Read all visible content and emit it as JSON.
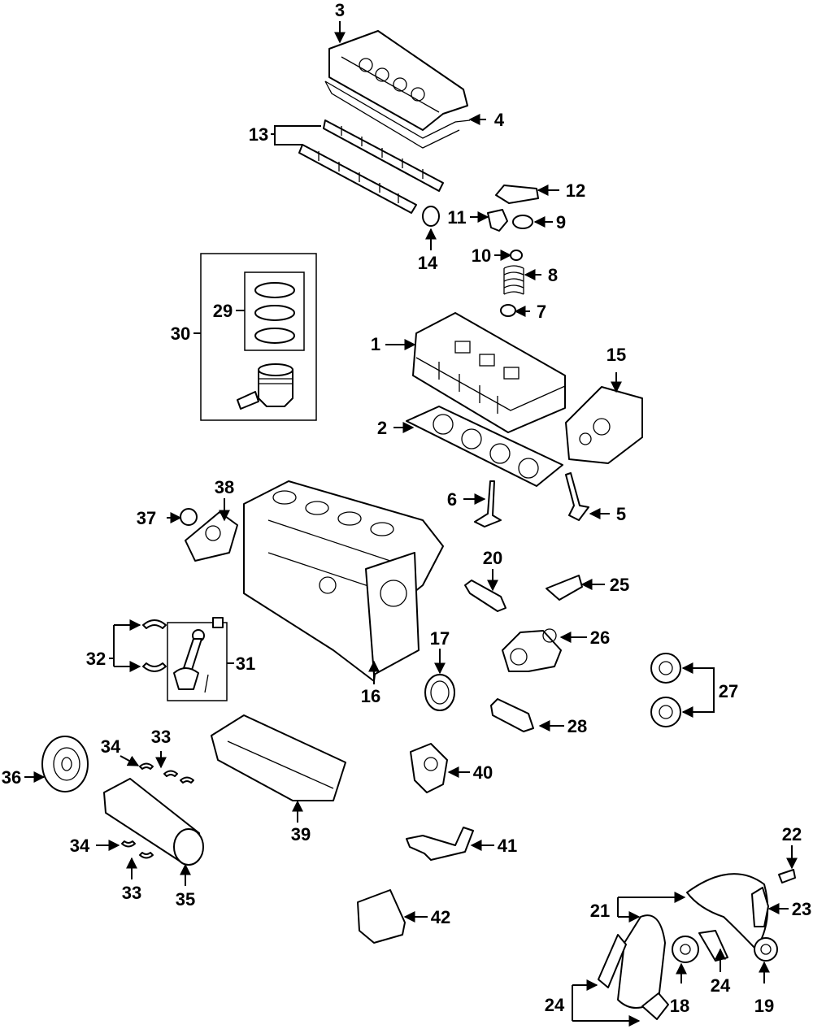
{
  "callouts": [
    "1",
    "2",
    "3",
    "4",
    "5",
    "6",
    "7",
    "8",
    "9",
    "10",
    "11",
    "12",
    "13",
    "14",
    "15",
    "16",
    "17",
    "18",
    "19",
    "20",
    "21",
    "22",
    "23",
    "24",
    "25",
    "26",
    "27",
    "28",
    "29",
    "30",
    "31",
    "32",
    "33",
    "34",
    "35",
    "36",
    "37",
    "38",
    "39",
    "40",
    "41",
    "42"
  ]
}
